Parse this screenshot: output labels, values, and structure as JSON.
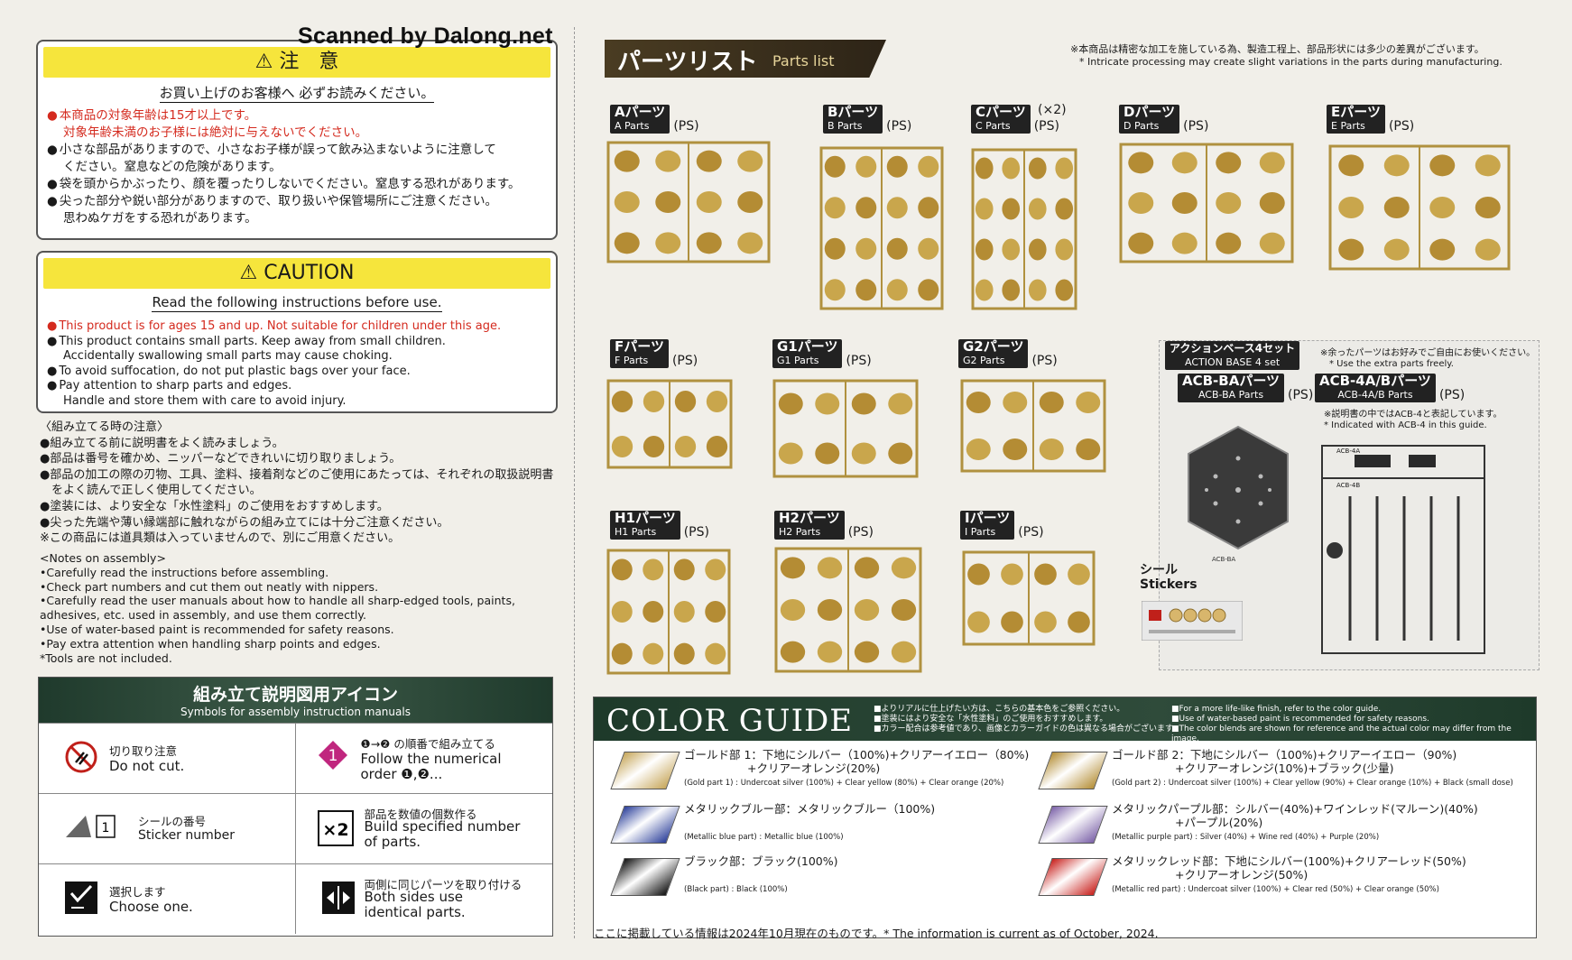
{
  "watermark": "Scanned by Dalong.net",
  "warning_jp": {
    "title": "⚠ 注　意",
    "subtitle": "お買い上げのお客様へ 必ずお読みください。",
    "items": [
      {
        "text": "本商品の対象年齢は15才以上です。",
        "red": true
      },
      {
        "text": "対象年齢未満のお子様には絶対に与えないでください。",
        "red": true,
        "cont": true
      },
      {
        "text": "小さな部品がありますので、小さなお子様が誤って飲み込まないように注意して",
        "red": false
      },
      {
        "text": "ください。窒息などの危険があります。",
        "red": false,
        "cont": true
      },
      {
        "text": "袋を頭からかぶったり、顔を覆ったりしないでください。窒息する恐れがあります。",
        "red": false
      },
      {
        "text": "尖った部分や鋭い部分がありますので、取り扱いや保管場所にご注意ください。",
        "red": false
      },
      {
        "text": "思わぬケガをする恐れがあります。",
        "red": false,
        "cont": true
      }
    ]
  },
  "warning_en": {
    "title": "⚠ CAUTION",
    "subtitle": "Read the following instructions before use.",
    "items": [
      {
        "text": "This product is for ages 15 and up. Not suitable for children under this age.",
        "red": true
      },
      {
        "text": "This product contains small parts. Keep away from small children.",
        "red": false
      },
      {
        "text": "Accidentally swallowing small parts may cause choking.",
        "red": false,
        "cont": true
      },
      {
        "text": "To avoid suffocation, do not put plastic bags over your face.",
        "red": false
      },
      {
        "text": "Pay attention to sharp parts and edges.",
        "red": false
      },
      {
        "text": "Handle and store them with care to avoid injury.",
        "red": false,
        "cont": true
      }
    ]
  },
  "assembly_notes_jp": [
    "〈組み立てる時の注意〉",
    "●組み立てる前に説明書をよく読みましょう。",
    "●部品は番号を確かめ、ニッパーなどできれいに切り取りましょう。",
    "●部品の加工の際の刃物、工具、塗料、接着剤などのご使用にあたっては、それぞれの取扱説明書",
    "　をよく読んで正しく使用してください。",
    "●塗装には、より安全な「水性塗料」のご使用をおすすめします。",
    "●尖った先端や薄い縁端部に触れながらの組み立てには十分ご注意ください。",
    "※この商品には道具類は入っていませんので、別にご用意ください。"
  ],
  "assembly_notes_en": [
    "<Notes on assembly>",
    "•Carefully read the instructions before assembling.",
    "•Check part numbers and cut them out neatly with nippers.",
    "•Carefully read the user manuals about how to handle all sharp-edged tools, paints,",
    " adhesives, etc. used in assembly, and use them correctly.",
    "•Use of water-based paint is recommended for safety reasons.",
    "•Pay extra attention when handling sharp points and edges.",
    "*Tools are not included."
  ],
  "symbols": {
    "title_jp": "組み立て説明図用アイコン",
    "title_en": "Symbols for assembly instruction manuals",
    "cells": [
      {
        "jp": "切り取り注意",
        "en": "Do not cut."
      },
      {
        "jp": "❶→❷ の順番で組み立てる",
        "en": "Follow the numerical order ❶,❷..."
      },
      {
        "jp": "シールの番号",
        "en": "Sticker number"
      },
      {
        "jp": "部品を数値の個数作る",
        "en": "Build specified number of parts."
      },
      {
        "jp": "選択します",
        "en": "Choose one."
      },
      {
        "jp": "両側に同じパーツを取り付ける",
        "en": "Both sides use identical parts."
      }
    ]
  },
  "parts_list": {
    "title_jp": "パーツリスト",
    "title_en": "Parts list",
    "note_jp": "※本商品は精密な加工を施している為、製造工程上、部品形状には多少の差異がございます。",
    "note_en": "* Intricate processing may create slight variations in the parts during manufacturing.",
    "groups": [
      {
        "jp": "Aパーツ",
        "en": "A Parts",
        "type": "(PS)"
      },
      {
        "jp": "Bパーツ",
        "en": "B Parts",
        "type": "(PS)"
      },
      {
        "jp": "Cパーツ",
        "en": "C Parts",
        "type": "(PS)",
        "qty": "(×2)"
      },
      {
        "jp": "Dパーツ",
        "en": "D Parts",
        "type": "(PS)"
      },
      {
        "jp": "Eパーツ",
        "en": "E Parts",
        "type": "(PS)"
      },
      {
        "jp": "Fパーツ",
        "en": "F Parts",
        "type": "(PS)"
      },
      {
        "jp": "G1パーツ",
        "en": "G1 Parts",
        "type": "(PS)"
      },
      {
        "jp": "G2パーツ",
        "en": "G2 Parts",
        "type": "(PS)"
      },
      {
        "jp": "H1パーツ",
        "en": "H1 Parts",
        "type": "(PS)"
      },
      {
        "jp": "H2パーツ",
        "en": "H2 Parts",
        "type": "(PS)"
      },
      {
        "jp": "Iパーツ",
        "en": "I Parts",
        "type": "(PS)"
      }
    ],
    "action_base": {
      "jp": "アクションベース4セット",
      "en": "ACTION BASE 4 set",
      "extra_jp": "※余ったパーツはお好みでご自由にお使いください。",
      "extra_en": "* Use the extra parts freely.",
      "ba": {
        "jp": "ACB-BAパーツ",
        "en": "ACB-BA Parts",
        "type": "(PS)",
        "runner_label": "ACB-BA"
      },
      "ab": {
        "jp": "ACB-4A/Bパーツ",
        "en": "ACB-4A/B Parts",
        "type": "(PS)",
        "note_jp": "※説明書の中ではACB-4と表記しています。",
        "note_en": "* Indicated with ACB-4 in this guide.",
        "runner_label_a": "ACB-4A",
        "runner_label_b": "ACB-4B"
      }
    },
    "stickers": {
      "jp": "シール",
      "en": "Stickers"
    }
  },
  "color_guide": {
    "title": "COLOR GUIDE",
    "notes_jp": [
      "■よりリアルに仕上げたい方は、こちらの基本色をご参照ください。",
      "■塗装にはより安全な「水性塗料」のご使用をおすすめします。",
      "■カラー配合は参考値であり、画像とカラーガイドの色は異なる場合がございます。"
    ],
    "notes_en": [
      "■For a more life-like finish, refer to the color guide.",
      "■Use of water-based paint is recommended for safety reasons.",
      "■The color blends are shown for reference and the actual color may differ from the image."
    ],
    "entries": [
      {
        "jp1": "ゴールド部 1：下地にシルバー（100%)+クリアーイエロー（80%)",
        "jp2": "+クリアーオレンジ(20%)",
        "en": "(Gold part 1) : Undercoat silver (100%) + Clear yellow (80%) + Clear orange (20%)",
        "color": "#c7a75b"
      },
      {
        "jp1": "ゴールド部 2：下地にシルバー（100%)+クリアーイエロー（90%)",
        "jp2": "+クリアーオレンジ(10%)+ブラック(少量)",
        "en": "(Gold part 2) : Undercoat silver (100%) + Clear yellow (90%) + Clear orange (10%) + Black (small dose)",
        "color": "#b58f38"
      },
      {
        "jp1": "メタリックブルー部：メタリックブルー（100%)",
        "jp2": "",
        "en": "(Metallic blue part) : Metallic blue (100%)",
        "color": "#2b3f9a"
      },
      {
        "jp1": "メタリックパープル部：シルバー(40%)+ワインレッド(マルーン)(40%)",
        "jp2": "+パープル(20%)",
        "en": "(Metallic purple part) : Silver (40%) + Wine red (40%) + Purple (20%)",
        "color": "#7b61a8"
      },
      {
        "jp1": "ブラック部：ブラック(100%)",
        "jp2": "",
        "en": "(Black part) : Black (100%)",
        "color": "#111111"
      },
      {
        "jp1": "メタリックレッド部：下地にシルバー(100%)+クリアーレッド(50%)",
        "jp2": "+クリアーオレンジ(50%)",
        "en": "(Metallic red part) : Undercoat silver (100%) + Clear red (50%) + Clear orange (50%)",
        "color": "#c8201c"
      }
    ],
    "footer": "ここに掲載している情報は2024年10月現在のものです。* The information is current as of October, 2024."
  }
}
